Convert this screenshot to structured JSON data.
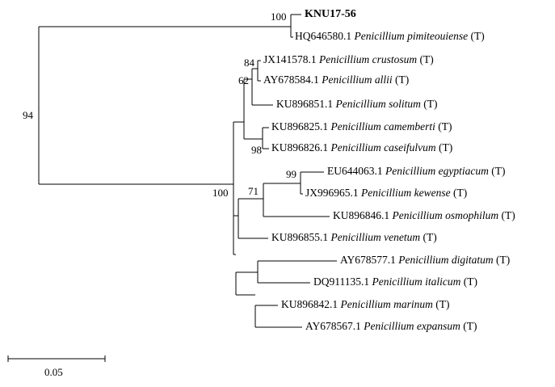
{
  "tree": {
    "taxa": [
      {
        "label": "KNU17-56"
      },
      {
        "accession": "HQ646580.1",
        "species": "Penicillium pimiteouiense",
        "type_mark": "(T)"
      },
      {
        "accession": "JX141578.1",
        "species": "Penicillium crustosum",
        "type_mark": "(T)"
      },
      {
        "accession": "AY678584.1",
        "species": "Penicillium allii",
        "type_mark": "(T)"
      },
      {
        "accession": "KU896851.1",
        "species": "Penicillium solitum",
        "type_mark": "(T)"
      },
      {
        "accession": "KU896825.1",
        "species": "Penicillium camemberti",
        "type_mark": "(T)"
      },
      {
        "accession": "KU896826.1",
        "species": "Penicillium caseifulvum",
        "type_mark": "(T)"
      },
      {
        "accession": "EU644063.1",
        "species": "Penicillium egyptiacum",
        "type_mark": "(T)"
      },
      {
        "accession": "JX996965.1",
        "species": "Penicillium kewense",
        "type_mark": "(T)"
      },
      {
        "accession": "KU896846.1",
        "species": "Penicillium osmophilum",
        "type_mark": "(T)"
      },
      {
        "accession": "KU896855.1",
        "species": "Penicillium venetum",
        "type_mark": "(T)"
      },
      {
        "accession": "AY678577.1",
        "species": "Penicillium digitatum",
        "type_mark": "(T)"
      },
      {
        "accession": "DQ911135.1",
        "species": "Penicillium italicum",
        "type_mark": "(T)"
      },
      {
        "accession": "KU896842.1",
        "species": "Penicillium marinum",
        "type_mark": "(T)"
      },
      {
        "accession": "AY678567.1",
        "species": "Penicillium expansum",
        "type_mark": "(T)"
      }
    ],
    "bootstrap": {
      "root": "94",
      "knu_clade": "100",
      "main_clade": "100",
      "crustosum_allii": "84",
      "solitum_group": "62",
      "camemberti_caseifulvum": "98",
      "egyptiacum_kewense": "99",
      "osmophilum_group": "71"
    },
    "scale_bar": {
      "label": "0.05",
      "value": 0.05
    }
  }
}
